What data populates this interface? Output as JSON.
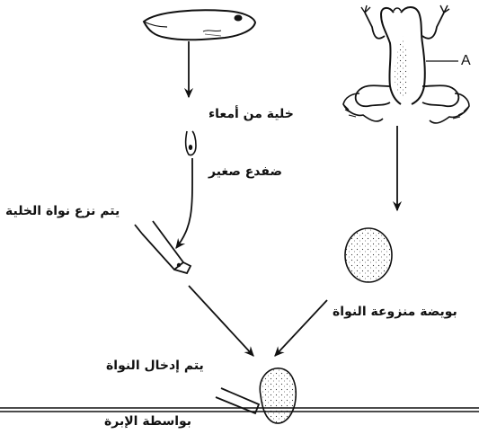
{
  "diagram": {
    "label_a": "A",
    "cell_from_intestine_line1": "خلية من أمعاء",
    "cell_from_intestine_line2": "ضفدع صغير",
    "nucleus_removed_from_cell": "يتم نزع نواة الخلية",
    "enucleated_egg": "بويضة منزوعة النواة",
    "nucleus_inserted_line1": "يتم إدخال النواة",
    "nucleus_inserted_line2": "بواسطة الإبرة"
  }
}
